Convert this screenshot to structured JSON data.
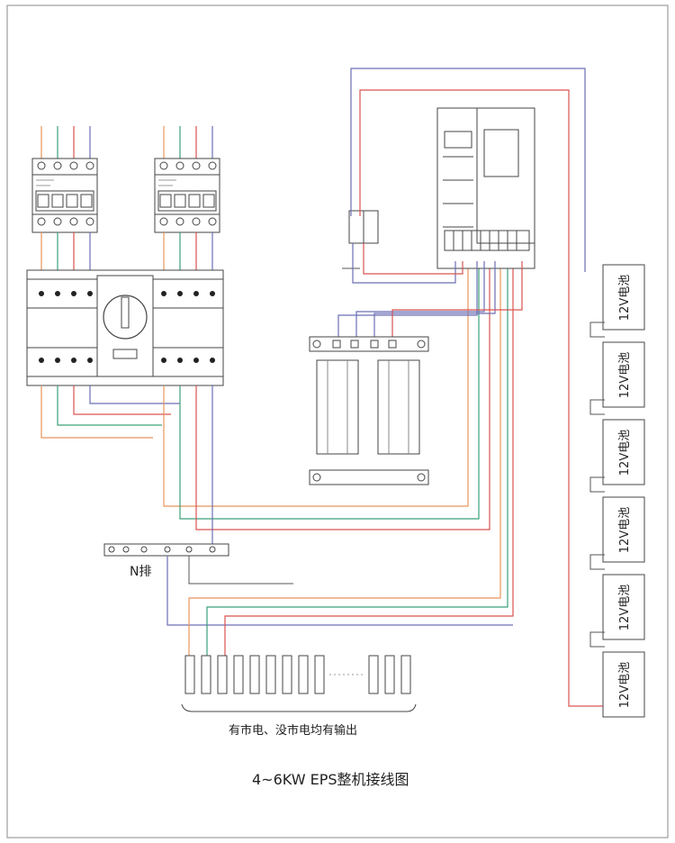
{
  "diagram": {
    "title": "4~6KW EPS整机接线图",
    "n_bar_label": "N排",
    "output_caption": "有市电、没市电均有输出",
    "battery_label": "12V电池",
    "batteries": [
      {
        "label": "12V电池"
      },
      {
        "label": "12V电池"
      },
      {
        "label": "12V电池"
      },
      {
        "label": "12V电池"
      },
      {
        "label": "12V电池"
      },
      {
        "label": "12V电池"
      }
    ],
    "colors": {
      "wire_orange": "#e8955a",
      "wire_green": "#3aa079",
      "wire_red": "#d9534f",
      "wire_purple": "#6b6fb3",
      "wire_gray": "#7a7a7a",
      "outline": "#444444"
    }
  }
}
